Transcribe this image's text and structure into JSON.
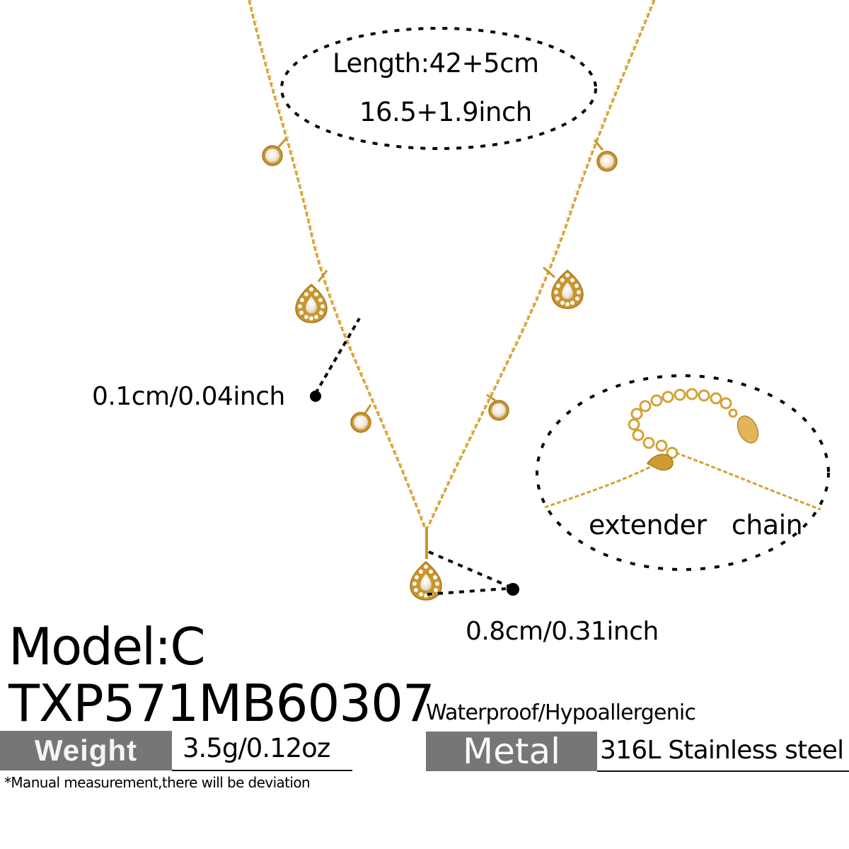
{
  "product": {
    "model_label": "Model:C",
    "sku": "TXP571MB60307"
  },
  "dimensions": {
    "length_cm": "Length:42+5cm",
    "length_inch": "16.5+1.9inch",
    "chain_thickness": "0.1cm/0.04inch",
    "pendant_size": "0.8cm/0.31inch",
    "extender_label": "extender  chain"
  },
  "specs": {
    "features": "Waterproof/Hypoallergenic",
    "weight": {
      "label": "Weight",
      "value": "3.5g/0.12oz"
    },
    "metal": {
      "label": "Metal",
      "value": "316L Stainless steel"
    }
  },
  "note": "*Manual measurement,there will be deviation",
  "colors": {
    "gold": "#d4a236",
    "gold_dark": "#b07f1e",
    "crystal": "#f4eee6",
    "label_bg": "#767676",
    "dotted_line": "#000000"
  },
  "pendants": {
    "round_count": 4,
    "teardrop_count": 3
  }
}
